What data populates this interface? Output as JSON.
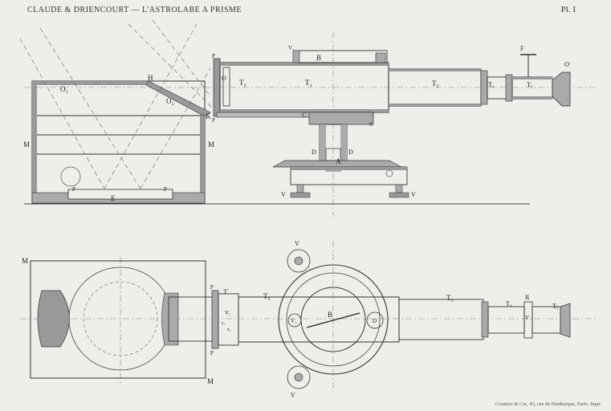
{
  "header": {
    "title": "CLAUDE & DRIENCOURT — L'ASTROLABE A PRISME",
    "plate": "Pl. I"
  },
  "imprint": "Courtier & Cie, 43, rue de Dunkerque, Paris. Impr.",
  "labels": {
    "O1": "O₁",
    "H": "H",
    "O2": "O₂",
    "K": "K",
    "M": "M",
    "P": "P",
    "E": "E",
    "V1": "V₁",
    "B": "B",
    "F": "F",
    "Op": "O'",
    "O": "O",
    "T1": "T₁",
    "T2": "T₂",
    "T3": "T₃",
    "T4": "T₄",
    "T5": "T₅",
    "C": "C",
    "S": "S",
    "D": "D",
    "A": "A",
    "V": "V",
    "Tp": "T'",
    "R": "R",
    "c": "c",
    "e1": "e₁",
    "c1": "c₁"
  }
}
